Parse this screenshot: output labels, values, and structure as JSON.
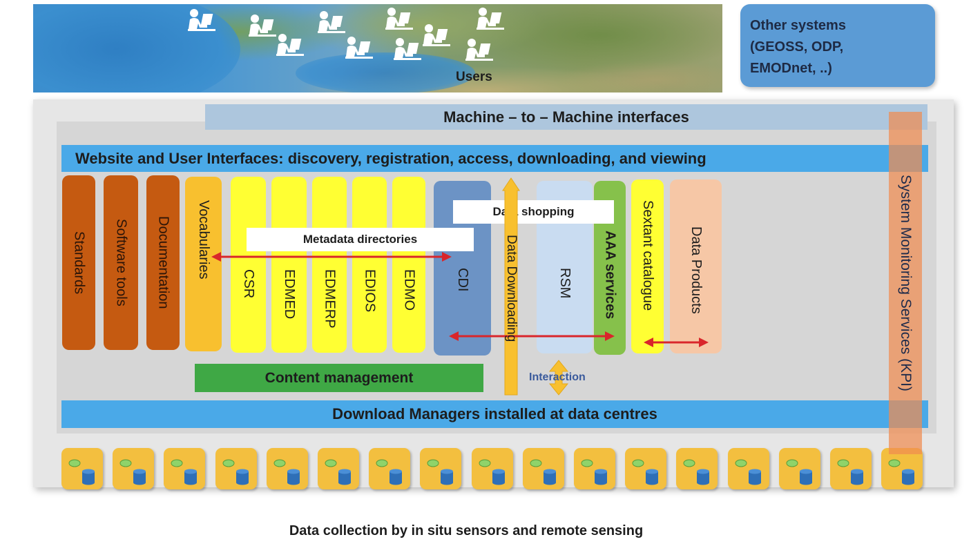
{
  "users_label": "Users",
  "other_systems": {
    "lines": [
      "Other systems",
      "(GEOSS, ODP,",
      "EMODnet, ..)"
    ]
  },
  "machine_to_machine": "Machine – to – Machine interfaces",
  "website_interfaces": "Website and User Interfaces: discovery, registration, access, downloading, and viewing",
  "columns": {
    "standards": "Standards",
    "software_tools": "Software tools",
    "documentation": "Documentation",
    "vocabularies": "Vocabularies",
    "csr": "CSR",
    "edmed": "EDMED",
    "edmerp": "EDMERP",
    "edios": "EDIOS",
    "edmo": "EDMO",
    "cdi": "CDI",
    "data_downloading": "Data Downloading",
    "rsm": "RSM",
    "aaa_services": "AAA services",
    "sextant_catalogue": "Sextant catalogue",
    "data_products": "Data Products"
  },
  "data_shopping": "Data shopping",
  "metadata_directories": "Metadata directories",
  "content_management": "Content management",
  "interaction": "Interaction",
  "download_managers": "Download Managers installed at data centres",
  "system_monitoring": "System Monitoring Services (KPI)",
  "footer_caption": "Data collection by in situ sensors and remote sensing",
  "colors": {
    "brown": "#c55a11",
    "orange": "#f8c02f",
    "yellow": "#ffff33",
    "cdi_blue": "#6c93c5",
    "rsm_blue": "#c9dcf1",
    "aaa_green": "#86c14b",
    "peach": "#f6c7a6",
    "bar_blue": "#4aa9e8",
    "arrow_red": "#d9262b"
  },
  "icons": [
    "user-at-computer-icon",
    "data-centre-icon",
    "database-icon"
  ]
}
